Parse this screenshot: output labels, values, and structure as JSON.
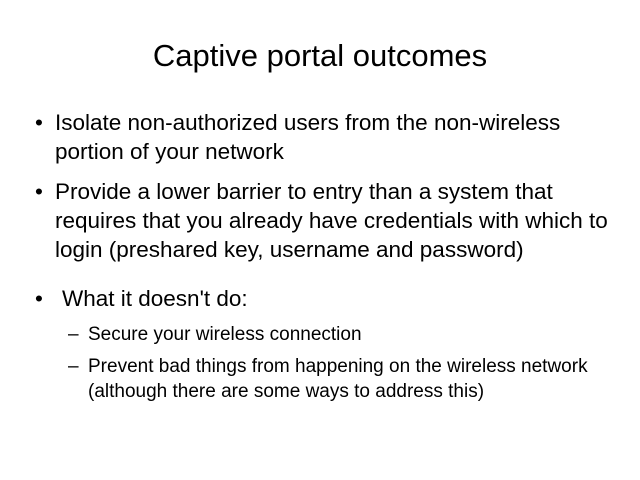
{
  "slide": {
    "title": "Captive portal outcomes",
    "background_color": "#ffffff",
    "text_color": "#000000",
    "bullet_marker_level1": "•",
    "bullet_marker_level2": "–",
    "content": [
      {
        "level": 1,
        "marker": "•",
        "text": "Isolate non-authorized users from the non-wireless portion of your network"
      },
      {
        "level": 1,
        "marker": "•",
        "text": "Provide a lower barrier to entry than a system that requires that you already have credentials with which to login (preshared key, username and password)"
      },
      {
        "level": 1,
        "marker": "•",
        "text": " What it doesn't do:"
      },
      {
        "level": 2,
        "marker": "–",
        "text": "Secure your wireless connection"
      },
      {
        "level": 2,
        "marker": "–",
        "text": "Prevent bad things from happening on the wireless network (although there are some ways to address this)"
      }
    ]
  }
}
